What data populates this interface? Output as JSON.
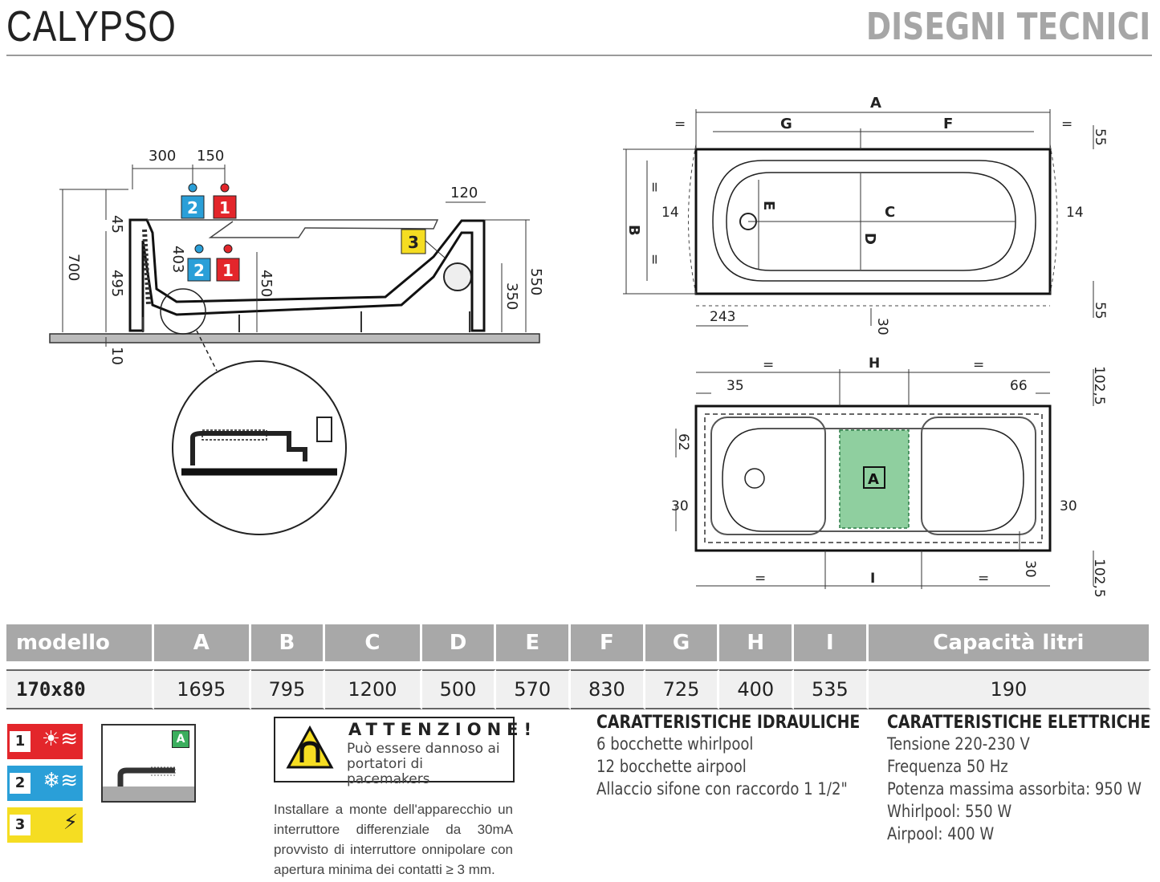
{
  "header": {
    "title": "CALYPSO",
    "subtitle": "DISEGNI TECNICI"
  },
  "side_view": {
    "dims": [
      "300",
      "150",
      "120",
      "45",
      "700",
      "495",
      "403",
      "450",
      "550",
      "350",
      "10"
    ],
    "markers": [
      "2",
      "1",
      "2",
      "1",
      "3"
    ]
  },
  "top_view": {
    "letters": [
      "A",
      "G",
      "F",
      "B",
      "C",
      "D",
      "E"
    ],
    "dims": [
      "=",
      "=",
      "55",
      "=",
      "=",
      "14",
      "14",
      "243",
      "30",
      "55"
    ]
  },
  "frame_view": {
    "letters": [
      "H",
      "I",
      "A"
    ],
    "dims": [
      "=",
      "=",
      "35",
      "66",
      "102,5",
      "62",
      "30",
      "30",
      "=",
      "=",
      "30",
      "102,5"
    ]
  },
  "table": {
    "headers": [
      "modello",
      "A",
      "B",
      "C",
      "D",
      "E",
      "F",
      "G",
      "H",
      "I",
      "Capacità litri"
    ],
    "rows": [
      [
        "170x80",
        "1695",
        "795",
        "1200",
        "500",
        "570",
        "830",
        "725",
        "400",
        "535",
        "190"
      ]
    ]
  },
  "legend": {
    "items": [
      {
        "num": "1",
        "icon": "hot-water-icon",
        "color": "#e3262b"
      },
      {
        "num": "2",
        "icon": "cold-water-icon",
        "color": "#2a9fd8"
      },
      {
        "num": "3",
        "icon": "electric-plug-icon",
        "color": "#f5dd22"
      }
    ],
    "drain_label": "A"
  },
  "warning": {
    "title": "ATTENZIONE!",
    "text": "Può essere dannoso ai portatori di pacemakers"
  },
  "install_note": "Installare a monte dell'apparecchio un interruttore differenziale da 30mA provvisto di interruttore onnipolare con apertura minima dei contatti ≥ 3 mm.",
  "hydraulic": {
    "title": "CARATTERISTICHE IDRAULICHE",
    "lines": [
      "6 bocchette whirlpool",
      "12 bocchette airpool",
      "Allaccio sifone con raccordo 1 1/2\""
    ]
  },
  "electric": {
    "title": "CARATTERISTICHE ELETTRICHE",
    "lines": [
      "Tensione 220-230 V",
      "Frequenza 50 Hz",
      "Potenza massima assorbita: 950 W",
      "Whirlpool: 550 W",
      "Airpool: 400 W"
    ]
  },
  "colors": {
    "red": "#e3262b",
    "blue": "#2a9fd8",
    "yellow": "#f5dd22",
    "green": "#8fcf9f",
    "header_gray": "#a8a8a8"
  }
}
